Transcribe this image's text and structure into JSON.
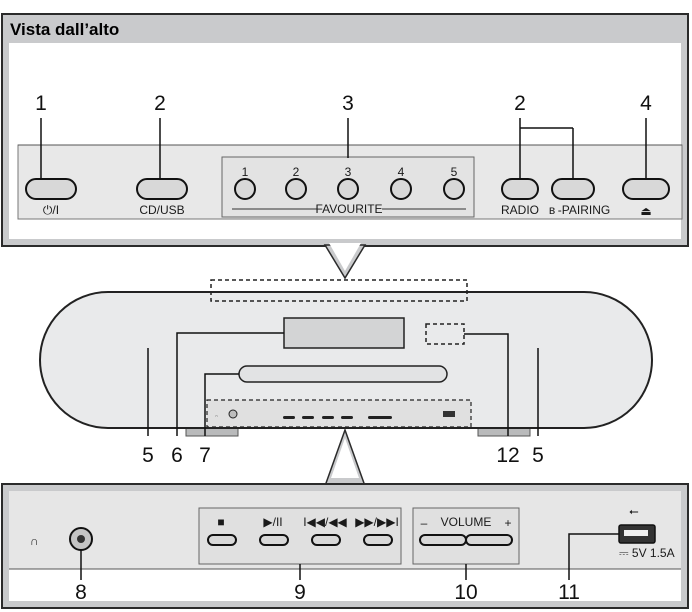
{
  "title": "Vista dall’alto",
  "callouts": {
    "c1": "1",
    "c2a": "2",
    "c3": "3",
    "c2b": "2",
    "c4": "4",
    "c5a": "5",
    "c6": "6",
    "c7": "7",
    "c12": "12",
    "c5b": "5",
    "c8": "8",
    "c9": "9",
    "c10": "10",
    "c11": "11"
  },
  "top_panel": {
    "power_label": "⏻/I",
    "cdusb_label": "CD/USB",
    "favourite_label": "FAVOURITE",
    "fav_numbers": [
      "1",
      "2",
      "3",
      "4",
      "5"
    ],
    "radio_label": "RADIO",
    "pairing_label": "-PAIRING",
    "eject_label": "⏏"
  },
  "bottom_panel": {
    "stop_symbol": "■",
    "play_symbol": "▶/II",
    "prev_symbol": "I◀◀/◀◀",
    "next_symbol": "▶▶/▶▶I",
    "volume_minus": "–",
    "volume_label": "VOLUME",
    "volume_plus": "+",
    "usb_rating": "⎓ 5V 1.5A"
  }
}
